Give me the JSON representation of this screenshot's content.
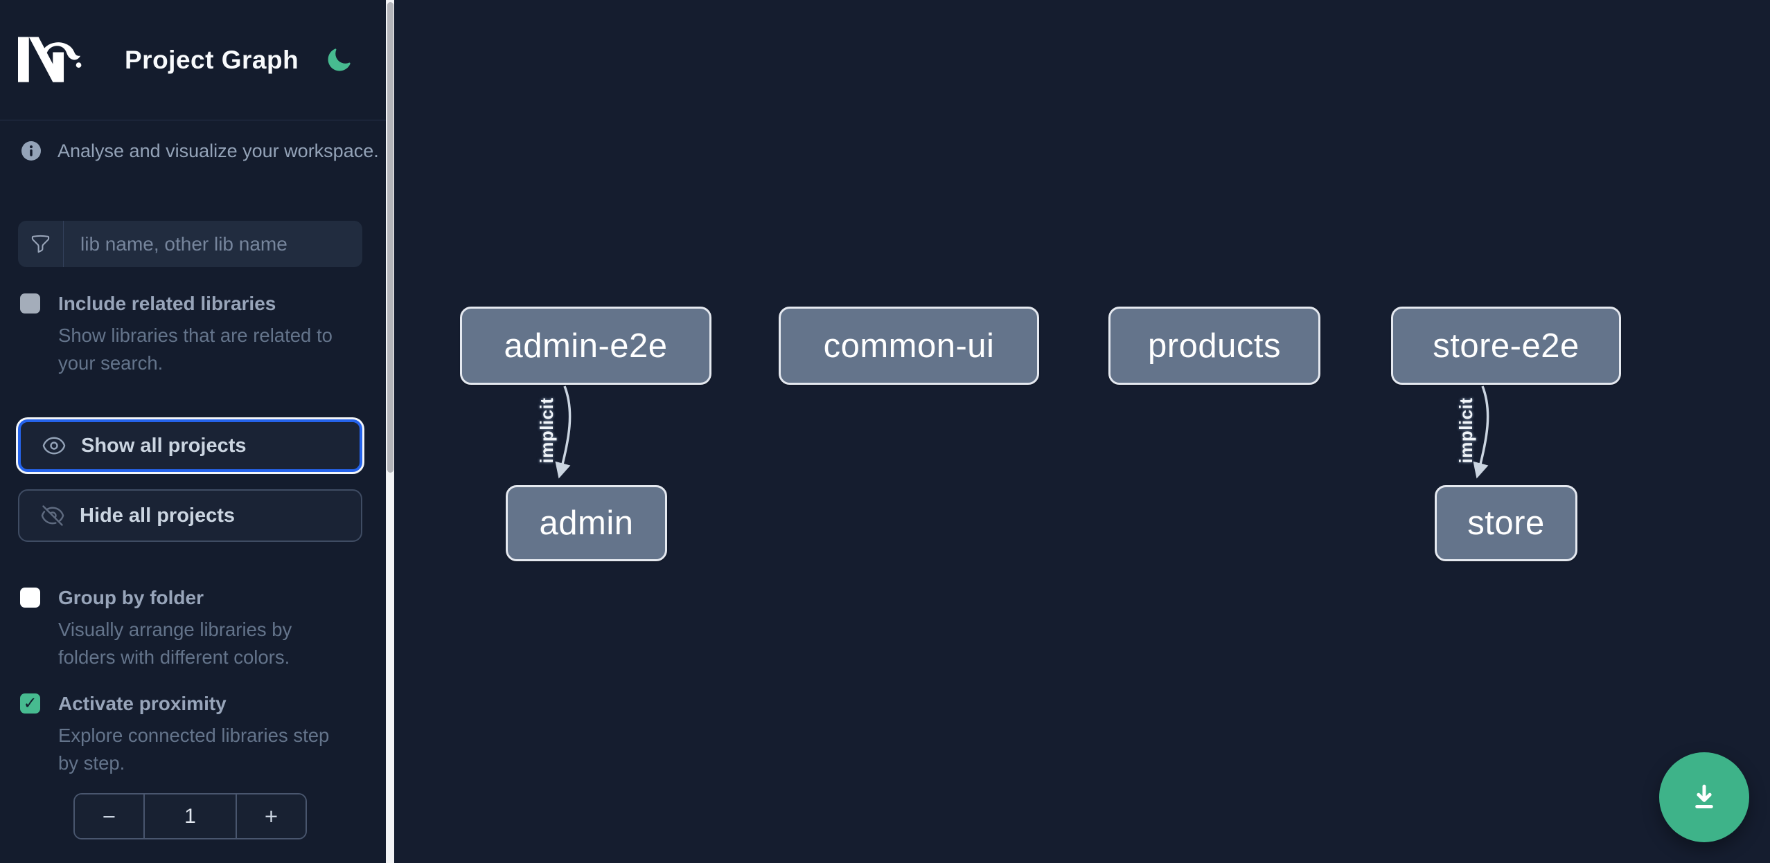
{
  "app": {
    "title": "Project Graph"
  },
  "icons": {
    "logo": "nx-logo",
    "theme_toggle": "moon-icon",
    "info": "info-circle-icon",
    "filter": "funnel-icon",
    "show_all": "eye-icon",
    "hide_all": "eye-slash-icon",
    "export": "download-icon"
  },
  "colors": {
    "background": "#151d2f",
    "accent_green": "#47bb90",
    "focus_blue": "#2563eb",
    "node_fill": "#64748b",
    "node_border": "#e5e9f0",
    "edge": "#cbd5e1"
  },
  "sidebar": {
    "tagline": "Analyse and visualize your workspace.",
    "filter": {
      "placeholder": "lib name, other lib name",
      "value": ""
    },
    "toggles": [
      {
        "label": "Include related libraries",
        "checked": false,
        "description": "Show libraries that are related to your search.",
        "description_lines": [
          "Show libraries that are related to",
          "your search."
        ]
      },
      {
        "label": "Group by folder",
        "checked": false,
        "description": "Visually arrange libraries by folders with different colors.",
        "description_lines": [
          "Visually arrange libraries by",
          "folders with different colors."
        ]
      },
      {
        "label": "Activate proximity",
        "checked": true,
        "description": "Explore connected libraries step by step.",
        "description_lines": [
          "Explore connected libraries step",
          "by step."
        ]
      }
    ],
    "actions": [
      {
        "label": "Show all projects",
        "focused": true
      },
      {
        "label": "Hide all projects",
        "focused": false
      }
    ],
    "stepper": {
      "decrement": "−",
      "value": "1",
      "increment": "+"
    }
  },
  "graph": {
    "nodes": [
      {
        "id": "admin-e2e",
        "label": "admin-e2e"
      },
      {
        "id": "common-ui",
        "label": "common-ui"
      },
      {
        "id": "products",
        "label": "products"
      },
      {
        "id": "store-e2e",
        "label": "store-e2e"
      },
      {
        "id": "admin",
        "label": "admin"
      },
      {
        "id": "store",
        "label": "store"
      }
    ],
    "edges": [
      {
        "source": "admin-e2e",
        "target": "admin",
        "label": "implicit",
        "type": "implicit"
      },
      {
        "source": "store-e2e",
        "target": "store",
        "label": "implicit",
        "type": "implicit"
      }
    ]
  }
}
